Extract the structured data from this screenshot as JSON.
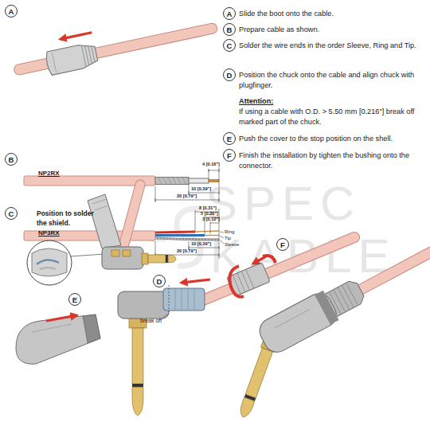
{
  "diagram": {
    "nodes": [
      {
        "text": [
          "A"
        ]
      },
      {
        "text": [
          "A"
        ]
      },
      {
        "text": [
          "B"
        ]
      },
      {
        "text": [
          "C"
        ]
      },
      {
        "text": [
          "D"
        ]
      },
      {
        "text": [
          "E"
        ]
      },
      {
        "text": [
          "F"
        ]
      },
      {
        "text": [
          "B"
        ]
      },
      {
        "text": [
          "C"
        ]
      },
      {
        "text": [
          "F"
        ]
      },
      {
        "text": [
          "D"
        ]
      },
      {
        "text": [
          "E"
        ]
      }
    ],
    "labels": [
      "Slide the boot onto the cable.",
      "Prepare cable as shown.",
      "Solder the wire ends in the order Sleeve, Ring and Tip.",
      "Position the chuck onto the cable and align chuck with plugfinger.",
      "Attention:",
      "If using a cable with O.D. > 5.50 mm [0.216\"] break off marked part of the chuck.",
      "Push the cover to the stop position on the shell.",
      "Finish the installation by tighten the bushing onto the connector.",
      "NP2RX",
      "4 [0.16\"]",
      "10 [0.39\"]",
      "20 [0.79\"]",
      "NP3RX",
      "8 [0.31\"]",
      "5 [0.20\"]",
      "3 [0.12\"]",
      "Ring",
      "Tip",
      "Sleeve",
      "10 [0.39\"]",
      "20 [0.79\"]",
      "Position to solder the shield.",
      "break off",
      "SPEC",
      "KABLE"
    ]
  }
}
